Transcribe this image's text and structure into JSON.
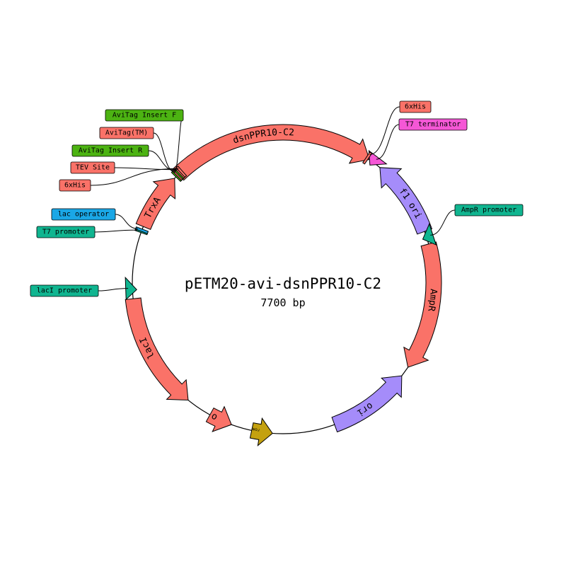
{
  "plasmid": {
    "name": "pETM20-avi-dsnPPR10-C2",
    "size_label": "7700 bp",
    "length_bp": 7700
  },
  "colors": {
    "salmon": "#fa7268",
    "purple": "#a58cfa",
    "teal": "#10b590",
    "green": "#4cb312",
    "blue": "#1aa7e6",
    "magenta": "#f557d6",
    "gold": "#c4a10f"
  },
  "features": [
    {
      "id": "dsnppr10-c2",
      "label": "dsnPPR10-C2",
      "kind": "gene",
      "start_deg": -44,
      "end_deg": 35,
      "strand": 1,
      "color": "salmon"
    },
    {
      "id": "f1-ori",
      "label": "f1 ori",
      "kind": "origin",
      "start_deg": 70,
      "end_deg": 40,
      "strand": -1,
      "color": "purple"
    },
    {
      "id": "ampr",
      "label": "AmpR",
      "kind": "gene",
      "start_deg": 75,
      "end_deg": 124,
      "strand": 1,
      "color": "salmon"
    },
    {
      "id": "ori",
      "label": "ori",
      "kind": "origin",
      "start_deg": 160,
      "end_deg": 128,
      "strand": -1,
      "color": "purple"
    },
    {
      "id": "rom",
      "label": "rom",
      "kind": "small",
      "start_deg": 192,
      "end_deg": 184,
      "strand": -1,
      "color": "gold"
    },
    {
      "id": "rop",
      "label": "rop",
      "kind": "gene",
      "start_deg": 209,
      "end_deg": 200,
      "strand": -1,
      "color": "salmon"
    },
    {
      "id": "laci",
      "label": "lacI",
      "kind": "gene",
      "start_deg": 264,
      "end_deg": 219,
      "strand": -1,
      "color": "salmon"
    },
    {
      "id": "trxa",
      "label": "TrxA",
      "kind": "gene",
      "start_deg": 292,
      "end_deg": 314,
      "strand": 1,
      "color": "salmon"
    }
  ],
  "markers": [
    {
      "id": "t7-terminator",
      "label": "T7 terminator",
      "deg": 37,
      "color": "magenta",
      "shape": "wedge",
      "flip": true
    },
    {
      "id": "ampr-promoter",
      "label": "AmpR promoter",
      "deg": 72,
      "color": "teal",
      "shape": "wedge",
      "flip": false
    },
    {
      "id": "laci-promoter",
      "label": "lacI promoter",
      "deg": 268,
      "color": "teal",
      "shape": "wedge",
      "flip": true
    },
    {
      "id": "t7-promoter",
      "label": "T7 promoter",
      "deg": 290,
      "color": "teal",
      "shape": "sliver",
      "flip": false
    },
    {
      "id": "lac-operator",
      "label": "lac operator",
      "deg": 290.5,
      "color": "blue",
      "shape": "sliver",
      "flip": false
    },
    {
      "id": "6xhis-right",
      "label": "6xHis",
      "deg": 34,
      "color": "salmon",
      "shape": "sliver",
      "flip": false
    },
    {
      "id": "aviTag-insert-f",
      "label": "AviTag Insert F",
      "deg": 315.2,
      "color": "green",
      "shape": "sliver",
      "flip": false
    },
    {
      "id": "aviTag-tm",
      "label": "AviTag(TM)",
      "deg": 315.8,
      "color": "salmon",
      "shape": "sliver",
      "flip": false
    },
    {
      "id": "aviTag-insert-r",
      "label": "AviTag Insert R",
      "deg": 316.4,
      "color": "green",
      "shape": "sliver",
      "flip": false
    },
    {
      "id": "tev-site",
      "label": "TEV Site",
      "deg": 317.0,
      "color": "salmon",
      "shape": "sliver",
      "flip": false
    },
    {
      "id": "6xhis-left",
      "label": "6xHis",
      "deg": 317.6,
      "color": "salmon",
      "shape": "sliver",
      "flip": false
    }
  ],
  "callouts": [
    {
      "marker": "aviTag-insert-f",
      "label": "AviTag Insert F",
      "color": "green"
    },
    {
      "marker": "aviTag-tm",
      "label": "AviTag(TM)",
      "color": "salmon"
    },
    {
      "marker": "aviTag-insert-r",
      "label": "AviTag Insert R",
      "color": "green"
    },
    {
      "marker": "tev-site",
      "label": "TEV Site",
      "color": "salmon"
    },
    {
      "marker": "6xhis-left",
      "label": "6xHis",
      "color": "salmon"
    },
    {
      "marker": "lac-operator",
      "label": "lac operator",
      "color": "blue"
    },
    {
      "marker": "t7-promoter",
      "label": "T7 promoter",
      "color": "teal"
    },
    {
      "marker": "laci-promoter",
      "label": "lacI promoter",
      "color": "teal"
    },
    {
      "marker": "6xhis-right",
      "label": "6xHis",
      "color": "salmon"
    },
    {
      "marker": "t7-terminator",
      "label": "T7 terminator",
      "color": "magenta"
    },
    {
      "marker": "ampr-promoter",
      "label": "AmpR promoter",
      "color": "teal"
    }
  ]
}
